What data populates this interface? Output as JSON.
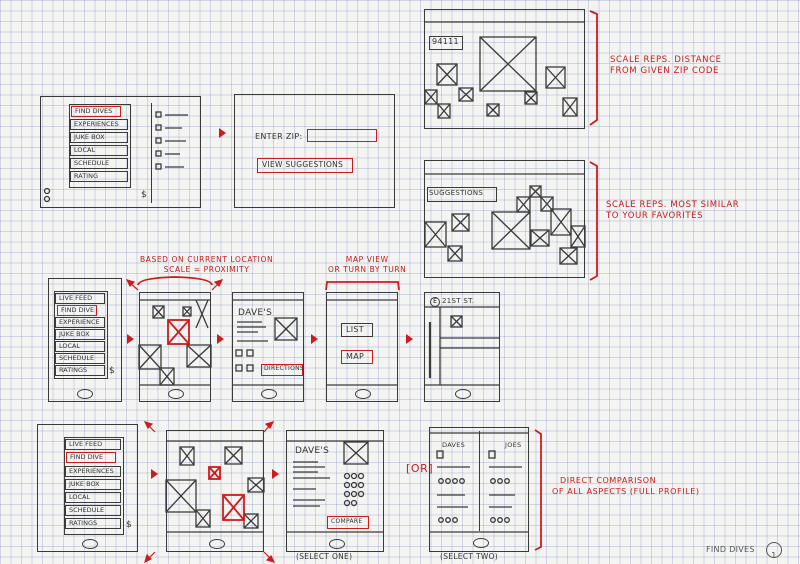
{
  "colors": {
    "ink": "#3a3a3a",
    "accent": "#cc1d1d",
    "grid": "#8fa0c8",
    "paper": "#f4f4f2"
  },
  "row1": {
    "menu": [
      "FIND DIVES",
      "EXPERIENCES",
      "JUKE BOX",
      "LOCAL",
      "SCHEDULE",
      "RATING"
    ],
    "money": "$",
    "zip_label": "ENTER ZIP:",
    "suggestions_button": "VIEW SUGGESTIONS",
    "grid_zip": "94111",
    "grid_suggestions": "SUGGESTIONS",
    "note_distance": [
      "SCALE REPS. DISTANCE",
      "FROM GIVEN ZIP CODE"
    ],
    "note_favorites": [
      "SCALE REPS. MOST SIMILAR",
      "TO YOUR FAVORITES"
    ]
  },
  "row2": {
    "menu": [
      "LIVE FEED",
      "FIND DIVE",
      "EXPERIENCE",
      "JUKE BOX",
      "LOCAL",
      "SCHEDULE",
      "RATINGS"
    ],
    "money": "$",
    "note_location": [
      "BASED ON CURRENT LOCATION",
      "SCALE = PROXIMITY"
    ],
    "detail_title": "DAVE'S",
    "directions_button": "DIRECTIONS",
    "note_map": [
      "MAP VIEW",
      "OR TURN BY TURN"
    ],
    "list_button": "LIST",
    "map_button": "MAP",
    "street": "21ST ST."
  },
  "row3": {
    "menu": [
      "LIVE FEED",
      "FIND DIVE",
      "EXPERIENCES",
      "JUKE BOX",
      "LOCAL",
      "SCHEDULE",
      "RATINGS"
    ],
    "money": "$",
    "detail_title": "DAVE'S",
    "compare_button": "COMPARE",
    "or_label": "[OR]",
    "compare_left": "DAVES",
    "compare_right": "JOES",
    "note_compare": [
      "DIRECT COMPARISON",
      "OF ALL ASPECTS (FULL PROFILE)"
    ],
    "select_one": "(SELECT ONE)",
    "select_two": "(SELECT TWO)"
  },
  "footer": {
    "title": "FIND DIVES",
    "page": "1"
  }
}
